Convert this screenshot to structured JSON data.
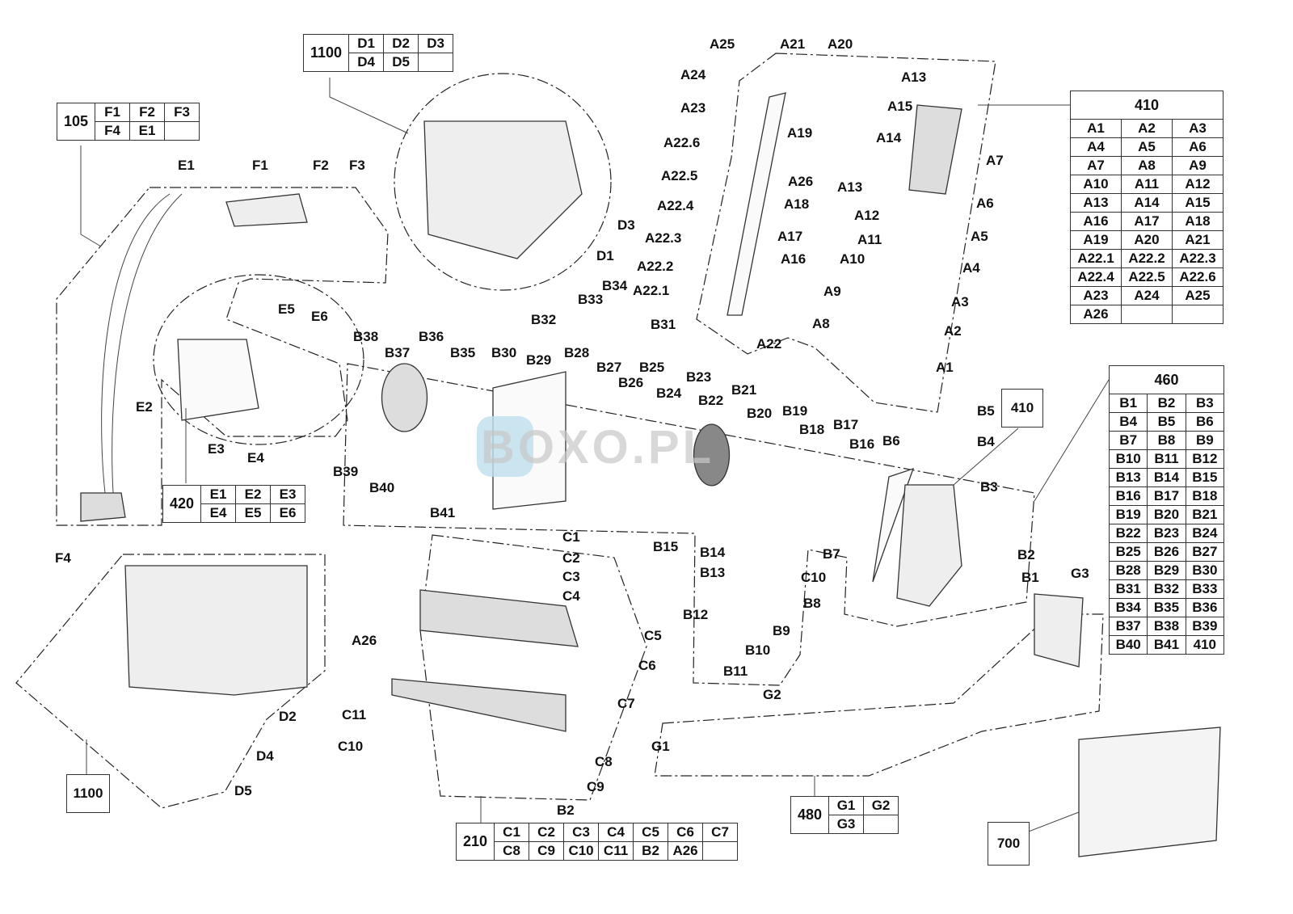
{
  "watermark": "BOXO.PL",
  "tables": {
    "t105": {
      "id": "105",
      "rows": [
        [
          "F1",
          "F2",
          "F3"
        ],
        [
          "F4",
          "E1",
          ""
        ]
      ]
    },
    "t1100a": {
      "id": "1100",
      "rows": [
        [
          "D1",
          "D2",
          "D3"
        ],
        [
          "D4",
          "D5",
          ""
        ]
      ]
    },
    "t420": {
      "id": "420",
      "rows": [
        [
          "E1",
          "E2",
          "E3"
        ],
        [
          "E4",
          "E5",
          "E6"
        ]
      ]
    },
    "t210": {
      "id": "210",
      "rows": [
        [
          "C1",
          "C2",
          "C3",
          "C4",
          "C5",
          "C6",
          "C7"
        ],
        [
          "C8",
          "C9",
          "C10",
          "C11",
          "B2",
          "A26",
          ""
        ]
      ]
    },
    "t480": {
      "id": "480",
      "rows": [
        [
          "G1",
          "G2"
        ],
        [
          "G3",
          ""
        ]
      ]
    },
    "t410": {
      "id": "410",
      "rows": [
        [
          "A1",
          "A2",
          "A3"
        ],
        [
          "A4",
          "A5",
          "A6"
        ],
        [
          "A7",
          "A8",
          "A9"
        ],
        [
          "A10",
          "A11",
          "A12"
        ],
        [
          "A13",
          "A14",
          "A15"
        ],
        [
          "A16",
          "A17",
          "A18"
        ],
        [
          "A19",
          "A20",
          "A21"
        ],
        [
          "A22.1",
          "A22.2",
          "A22.3"
        ],
        [
          "A22.4",
          "A22.5",
          "A22.6"
        ],
        [
          "A23",
          "A24",
          "A25"
        ],
        [
          "A26",
          "",
          ""
        ]
      ]
    },
    "t460": {
      "id": "460",
      "rows": [
        [
          "B1",
          "B2",
          "B3"
        ],
        [
          "B4",
          "B5",
          "B6"
        ],
        [
          "B7",
          "B8",
          "B9"
        ],
        [
          "B10",
          "B11",
          "B12"
        ],
        [
          "B13",
          "B14",
          "B15"
        ],
        [
          "B16",
          "B17",
          "B18"
        ],
        [
          "B19",
          "B20",
          "B21"
        ],
        [
          "B22",
          "B23",
          "B24"
        ],
        [
          "B25",
          "B26",
          "B27"
        ],
        [
          "B28",
          "B29",
          "B30"
        ],
        [
          "B31",
          "B32",
          "B33"
        ],
        [
          "B34",
          "B35",
          "B36"
        ],
        [
          "B37",
          "B38",
          "B39"
        ],
        [
          "B40",
          "B41",
          "410"
        ]
      ]
    }
  },
  "boxes": {
    "b410": "410",
    "b1100": "1100",
    "b700": "700"
  },
  "labels": [
    [
      "E1",
      220,
      196
    ],
    [
      "F1",
      312,
      196
    ],
    [
      "F2",
      387,
      196
    ],
    [
      "F3",
      432,
      196
    ],
    [
      "E2",
      168,
      495
    ],
    [
      "E3",
      257,
      547
    ],
    [
      "E4",
      306,
      558
    ],
    [
      "E5",
      344,
      374
    ],
    [
      "E6",
      385,
      383
    ],
    [
      "F4",
      68,
      682
    ],
    [
      "D3",
      764,
      270
    ],
    [
      "D1",
      738,
      308
    ],
    [
      "D2",
      345,
      878
    ],
    [
      "D4",
      317,
      927
    ],
    [
      "D5",
      290,
      970
    ],
    [
      "B38",
      437,
      408
    ],
    [
      "B37",
      476,
      428
    ],
    [
      "B36",
      518,
      408
    ],
    [
      "B35",
      557,
      428
    ],
    [
      "B30",
      608,
      428
    ],
    [
      "B29",
      651,
      437
    ],
    [
      "B28",
      698,
      428
    ],
    [
      "B27",
      738,
      446
    ],
    [
      "B26",
      765,
      465
    ],
    [
      "B25",
      791,
      446
    ],
    [
      "B24",
      812,
      478
    ],
    [
      "B23",
      849,
      458
    ],
    [
      "B22",
      864,
      487
    ],
    [
      "B21",
      905,
      474
    ],
    [
      "B20",
      924,
      503
    ],
    [
      "B19",
      968,
      500
    ],
    [
      "B18",
      989,
      523
    ],
    [
      "B17",
      1031,
      517
    ],
    [
      "B16",
      1051,
      541
    ],
    [
      "B6",
      1092,
      537
    ],
    [
      "B5",
      1209,
      500
    ],
    [
      "B4",
      1209,
      538
    ],
    [
      "B3",
      1213,
      594
    ],
    [
      "B34",
      745,
      345
    ],
    [
      "B33",
      715,
      362
    ],
    [
      "B32",
      657,
      387
    ],
    [
      "B31",
      805,
      393
    ],
    [
      "B39",
      412,
      575
    ],
    [
      "B40",
      457,
      595
    ],
    [
      "B41",
      532,
      626
    ],
    [
      "B15",
      808,
      668
    ],
    [
      "B14",
      866,
      675
    ],
    [
      "B13",
      866,
      700
    ],
    [
      "B12",
      845,
      752
    ],
    [
      "B11",
      895,
      822
    ],
    [
      "B10",
      922,
      796
    ],
    [
      "B9",
      956,
      772
    ],
    [
      "B8",
      994,
      738
    ],
    [
      "B7",
      1018,
      677
    ],
    [
      "B2",
      1259,
      678
    ],
    [
      "B1",
      1264,
      706
    ],
    [
      "C10",
      991,
      706
    ],
    [
      "A25",
      878,
      46
    ],
    [
      "A21",
      965,
      46
    ],
    [
      "A20",
      1024,
      46
    ],
    [
      "A13",
      1115,
      87
    ],
    [
      "A15",
      1098,
      123
    ],
    [
      "A24",
      842,
      84
    ],
    [
      "A23",
      842,
      125
    ],
    [
      "A19",
      974,
      156
    ],
    [
      "A14",
      1084,
      162
    ],
    [
      "A22.6",
      821,
      168
    ],
    [
      "A7",
      1220,
      190
    ],
    [
      "A26",
      975,
      216
    ],
    [
      "A13",
      1036,
      223
    ],
    [
      "A22.5",
      818,
      209
    ],
    [
      "A18",
      970,
      244
    ],
    [
      "A12",
      1057,
      258
    ],
    [
      "A6",
      1208,
      243
    ],
    [
      "A22.4",
      813,
      246
    ],
    [
      "A17",
      962,
      284
    ],
    [
      "A11",
      1061,
      288
    ],
    [
      "A5",
      1201,
      284
    ],
    [
      "A16",
      966,
      312
    ],
    [
      "A10",
      1039,
      312
    ],
    [
      "A22.3",
      798,
      286
    ],
    [
      "A4",
      1191,
      323
    ],
    [
      "A22.2",
      788,
      321
    ],
    [
      "A9",
      1019,
      352
    ],
    [
      "A3",
      1177,
      365
    ],
    [
      "A22.1",
      783,
      351
    ],
    [
      "A8",
      1005,
      392
    ],
    [
      "A2",
      1168,
      401
    ],
    [
      "A22",
      936,
      417
    ],
    [
      "A1",
      1158,
      446
    ],
    [
      "C1",
      696,
      656
    ],
    [
      "C2",
      696,
      682
    ],
    [
      "C3",
      696,
      705
    ],
    [
      "C4",
      696,
      729
    ],
    [
      "C5",
      797,
      778
    ],
    [
      "C6",
      790,
      815
    ],
    [
      "C7",
      764,
      862
    ],
    [
      "A26",
      435,
      784
    ],
    [
      "C11",
      423,
      876
    ],
    [
      "C10",
      418,
      915
    ],
    [
      "C8",
      736,
      934
    ],
    [
      "C9",
      726,
      965
    ],
    [
      "B2",
      689,
      994
    ],
    [
      "G1",
      806,
      915
    ],
    [
      "G2",
      944,
      851
    ],
    [
      "G3",
      1325,
      701
    ]
  ]
}
